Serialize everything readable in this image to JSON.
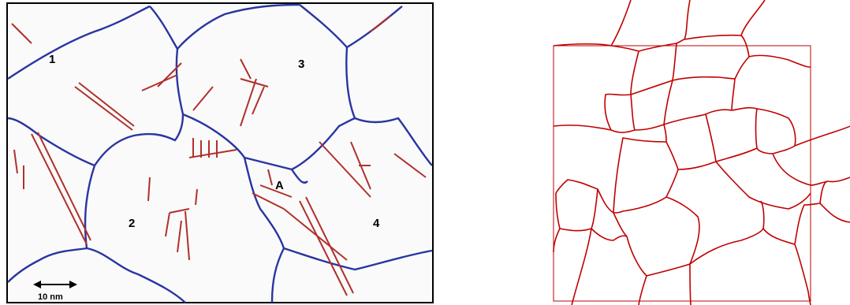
{
  "left_panel": {
    "grain_labels": [
      "1",
      "2",
      "3",
      "4",
      "A"
    ],
    "scale_bar": {
      "label": "10 nm"
    },
    "colors": {
      "boundary_blue": "#2a35a0",
      "fault_red": "#b0302c",
      "frame": "#000000",
      "background": "#fafafa"
    }
  },
  "right_panel": {
    "colors": {
      "boundary": "#c00000",
      "box": "#c00000"
    }
  }
}
